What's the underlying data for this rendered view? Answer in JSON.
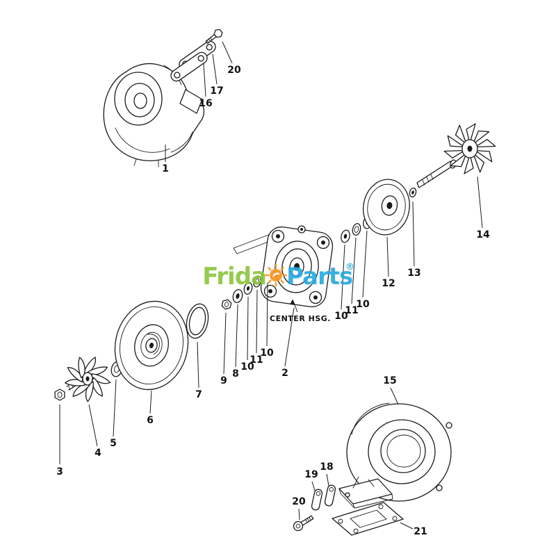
{
  "watermark": {
    "prefix": "Frida",
    "suffix": "Parts",
    "registered": "®",
    "prefix_color": "#8dc63f",
    "suffix_color": "#2aa9e0",
    "sun_color": "#f7941e"
  },
  "diagram": {
    "center_housing_label": "CENTER HSG.",
    "callouts": {
      "part1": "1",
      "part2": "2",
      "part3": "3",
      "part4": "4",
      "part5": "5",
      "part6": "6",
      "part7": "7",
      "part8": "8",
      "part9": "9",
      "part10_left_a": "10",
      "part11_left": "11",
      "part10_left_b": "10",
      "part10_right_a": "10",
      "part11_right": "11",
      "part10_right_b": "10",
      "part12": "12",
      "part13": "13",
      "part14": "14",
      "part15": "15",
      "part16": "16",
      "part17": "17",
      "part18": "18",
      "part19": "19",
      "part20_top": "20",
      "part20_bottom": "20",
      "part21": "21"
    }
  }
}
